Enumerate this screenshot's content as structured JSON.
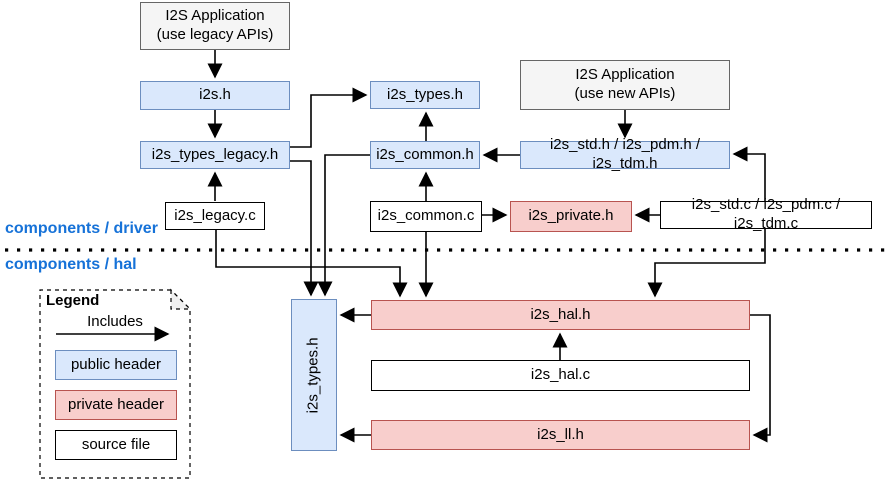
{
  "sections": {
    "driver": {
      "label": "components / driver"
    },
    "hal": {
      "label": "components / hal"
    }
  },
  "nodes": {
    "app_legacy": {
      "line1": "I2S Application",
      "line2": "(use legacy APIs)"
    },
    "i2s_h": {
      "label": "i2s.h"
    },
    "i2s_types_legacy_h": {
      "label": "i2s_types_legacy.h"
    },
    "i2s_legacy_c": {
      "label": "i2s_legacy.c"
    },
    "i2s_types_h": {
      "label": "i2s_types.h"
    },
    "i2s_common_h": {
      "label": "i2s_common.h"
    },
    "i2s_common_c": {
      "label": "i2s_common.c"
    },
    "app_new": {
      "line1": "I2S Application",
      "line2": "(use new APIs)"
    },
    "i2s_std_pdm_tdm_h": {
      "label": "i2s_std.h / i2s_pdm.h / i2s_tdm.h"
    },
    "i2s_private_h": {
      "label": "i2s_private.h"
    },
    "i2s_std_pdm_tdm_c": {
      "label": "i2s_std.c / i2s_pdm.c / i2s_tdm.c"
    },
    "hal_i2s_types_h": {
      "label": "i2s_types.h"
    },
    "i2s_hal_h": {
      "label": "i2s_hal.h"
    },
    "i2s_hal_c": {
      "label": "i2s_hal.c"
    },
    "i2s_ll_h": {
      "label": "i2s_ll.h"
    }
  },
  "legend": {
    "title": "Legend",
    "includes_label": "Includes",
    "public_header": "public header",
    "private_header": "private header",
    "source_file": "source file"
  },
  "colors": {
    "public_header_fill": "#dae8fc",
    "public_header_stroke": "#6c8ebf",
    "private_header_fill": "#f8cecc",
    "private_header_stroke": "#b85450",
    "application_fill": "#f5f5f5",
    "application_stroke": "#666666",
    "source_file_stroke": "#000000",
    "section_label_color": "#1672d8",
    "edge_color": "#000000"
  }
}
